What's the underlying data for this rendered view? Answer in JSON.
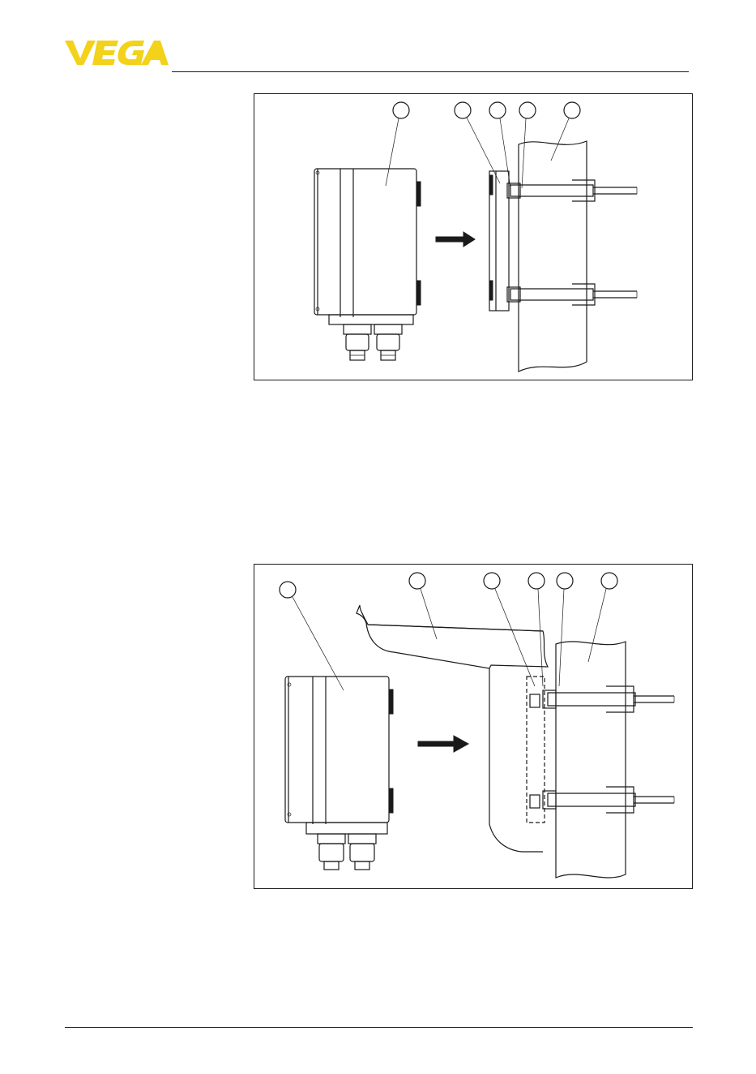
{
  "header": {
    "logo_text": "VEGA",
    "logo_color": "#f2d21a"
  },
  "figures": [
    {
      "name": "pipe-mounting-figure",
      "callout_count": 5
    },
    {
      "name": "pipe-mounting-with-sun-shield-figure",
      "callout_count": 6
    }
  ]
}
